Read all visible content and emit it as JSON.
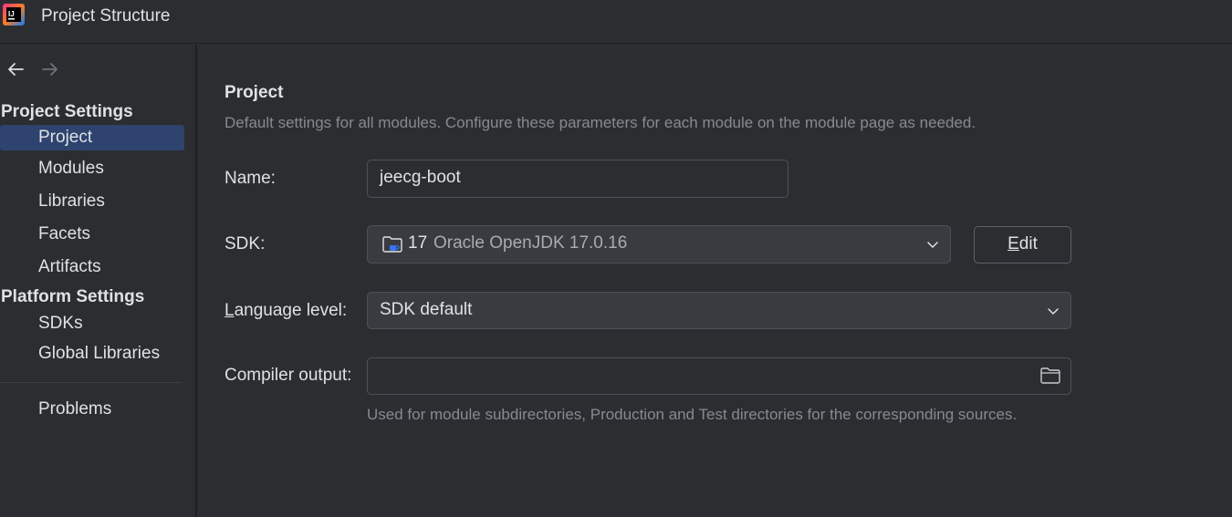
{
  "window": {
    "title": "Project Structure"
  },
  "sidebar": {
    "sections": [
      {
        "heading": "Project Settings",
        "items": [
          {
            "label": "Project",
            "selected": true
          },
          {
            "label": "Modules"
          },
          {
            "label": "Libraries"
          },
          {
            "label": "Facets"
          },
          {
            "label": "Artifacts"
          }
        ]
      },
      {
        "heading": "Platform Settings",
        "items": [
          {
            "label": "SDKs"
          },
          {
            "label": "Global Libraries"
          }
        ]
      }
    ],
    "problems_label": "Problems"
  },
  "main": {
    "title": "Project",
    "description": "Default settings for all modules. Configure these parameters for each module on the module page as needed.",
    "name": {
      "label": "Name:",
      "value": "jeecg-boot"
    },
    "sdk": {
      "label": "SDK:",
      "version": "17",
      "name": "Oracle OpenJDK 17.0.16",
      "edit_label_prefix": "",
      "edit_mnemonic": "E",
      "edit_label_rest": "dit"
    },
    "language_level": {
      "label_mnemonic": "L",
      "label_rest": "anguage level:",
      "value": "SDK default"
    },
    "compiler_output": {
      "label": "Compiler output:",
      "value": "",
      "hint": "Used for module subdirectories, Production and Test directories for the corresponding sources."
    }
  },
  "colors": {
    "selection": "#2e436e",
    "background": "#2b2d30",
    "text": "#dfe1e5",
    "muted": "#868a91"
  },
  "icons": {
    "back": "arrow-left-icon",
    "forward": "arrow-right-icon",
    "sdk": "jdk-folder-icon",
    "browse": "folder-icon",
    "dropdown": "chevron-down-icon"
  }
}
